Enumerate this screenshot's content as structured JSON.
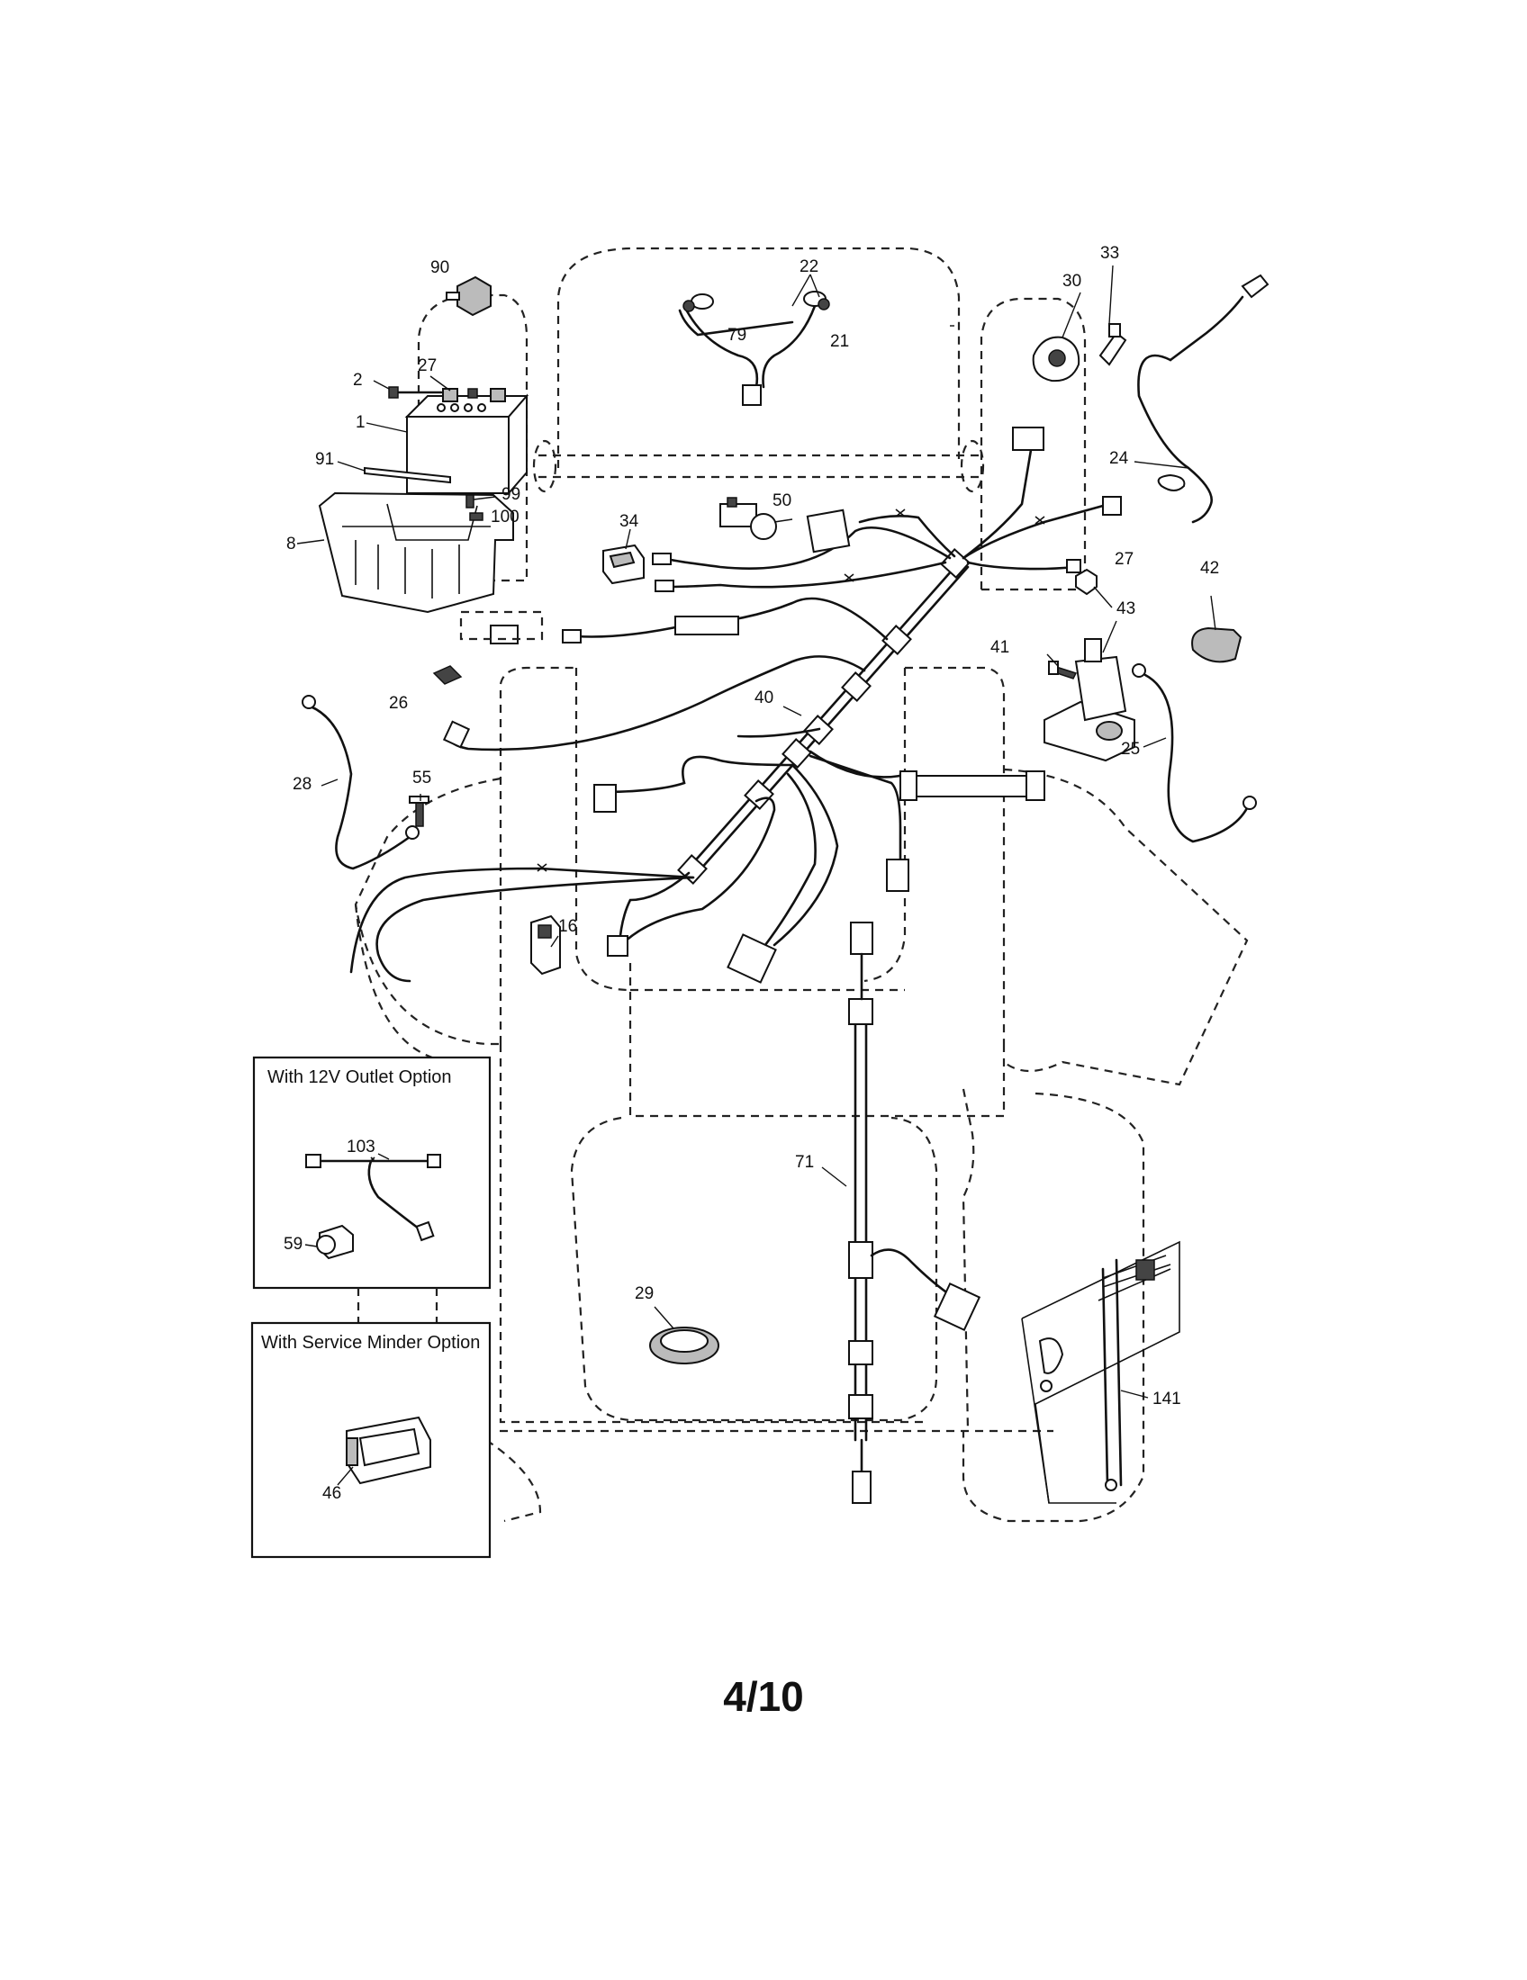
{
  "callouts": {
    "c90": "90",
    "c22": "22",
    "c33": "33",
    "c30": "30",
    "c79": "79",
    "c21": "21",
    "c2": "2",
    "c27a": "27",
    "c1": "1",
    "c91": "91",
    "c99": "99",
    "c100": "100",
    "c8": "8",
    "c24": "24",
    "c34": "34",
    "c50": "50",
    "c27b": "27",
    "c42": "42",
    "c43": "43",
    "c41": "41",
    "c40": "40",
    "c26": "26",
    "c25": "25",
    "c28": "28",
    "c55": "55",
    "c16": "16",
    "c71": "71",
    "c29": "29",
    "c141": "141",
    "c103": "103",
    "c59": "59",
    "c46": "46"
  },
  "insets": {
    "outlet_option": {
      "title": "With 12V Outlet Option"
    },
    "service_minder_option": {
      "title": "With Service Minder Option"
    }
  },
  "page": {
    "number": "4/10"
  }
}
